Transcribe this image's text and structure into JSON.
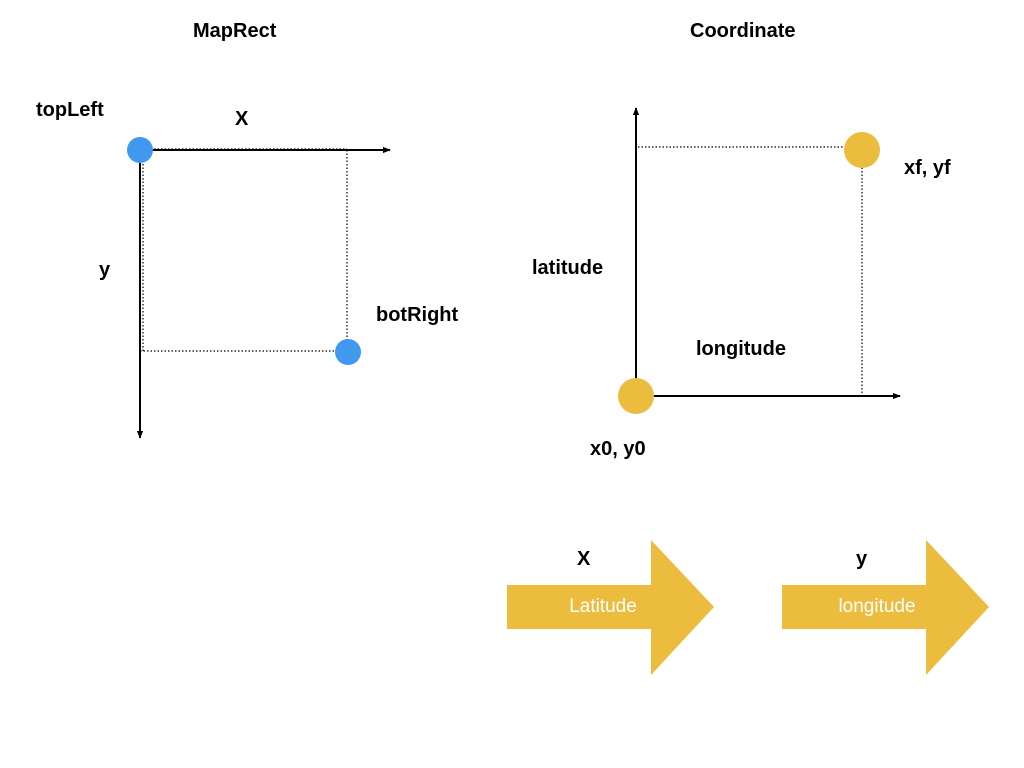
{
  "colors": {
    "blue_dot": "#4098f0",
    "yellow": "#ecbc3e",
    "line": "#000000"
  },
  "maprect": {
    "title": "MapRect",
    "top_left_label": "topLeft",
    "x_axis_label": "X",
    "y_axis_label": "y",
    "bot_right_label": "botRight"
  },
  "coordinate": {
    "title": "Coordinate",
    "max_point_label": "xf, yf",
    "latitude_label": "latitude",
    "longitude_label": "longitude",
    "origin_label": "x0, y0"
  },
  "mapping": {
    "left_arrow_top_label": "X",
    "left_arrow_text": "Latitude",
    "right_arrow_top_label": "y",
    "right_arrow_text": "longitude"
  }
}
